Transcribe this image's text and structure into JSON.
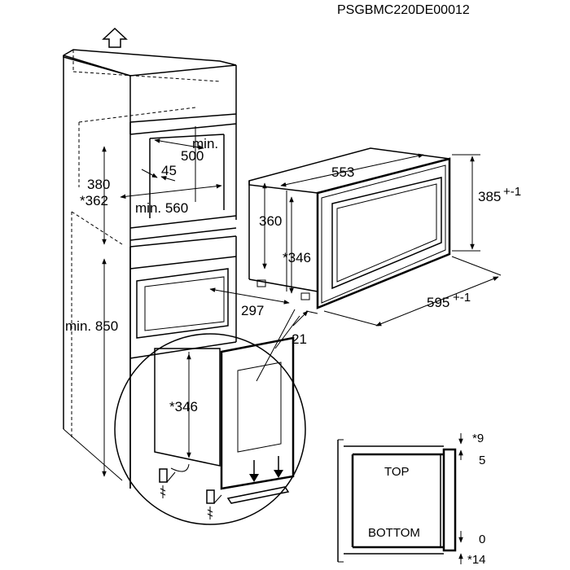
{
  "document_code": "PSGBMC220DE00012",
  "dimensions": {
    "cabinet_height_outer": "380",
    "cabinet_height_inner": "*362",
    "niche_depth_min": "min.",
    "niche_depth_value": "500",
    "ventilation_gap": "45",
    "niche_width": "min. 560",
    "cabinet_min_height": "min. 850",
    "appliance_width": "553",
    "appliance_body_height": "360",
    "appliance_inner_height": "*346",
    "appliance_depth": "297",
    "front_offset": "21",
    "frame_height": "385",
    "frame_height_tol": "+-1",
    "frame_width": "595",
    "frame_width_tol": "+-1",
    "detail_height": "*346"
  },
  "panel": {
    "top_label": "TOP",
    "bottom_label": "BOTTOM",
    "gap_top": "*9",
    "offset_top": "5",
    "offset_bottom": "0",
    "gap_bottom": "*14"
  },
  "icons": [
    "up-arrow-icon",
    "screw-icon",
    "bracket-icon",
    "down-arrow-icon"
  ]
}
